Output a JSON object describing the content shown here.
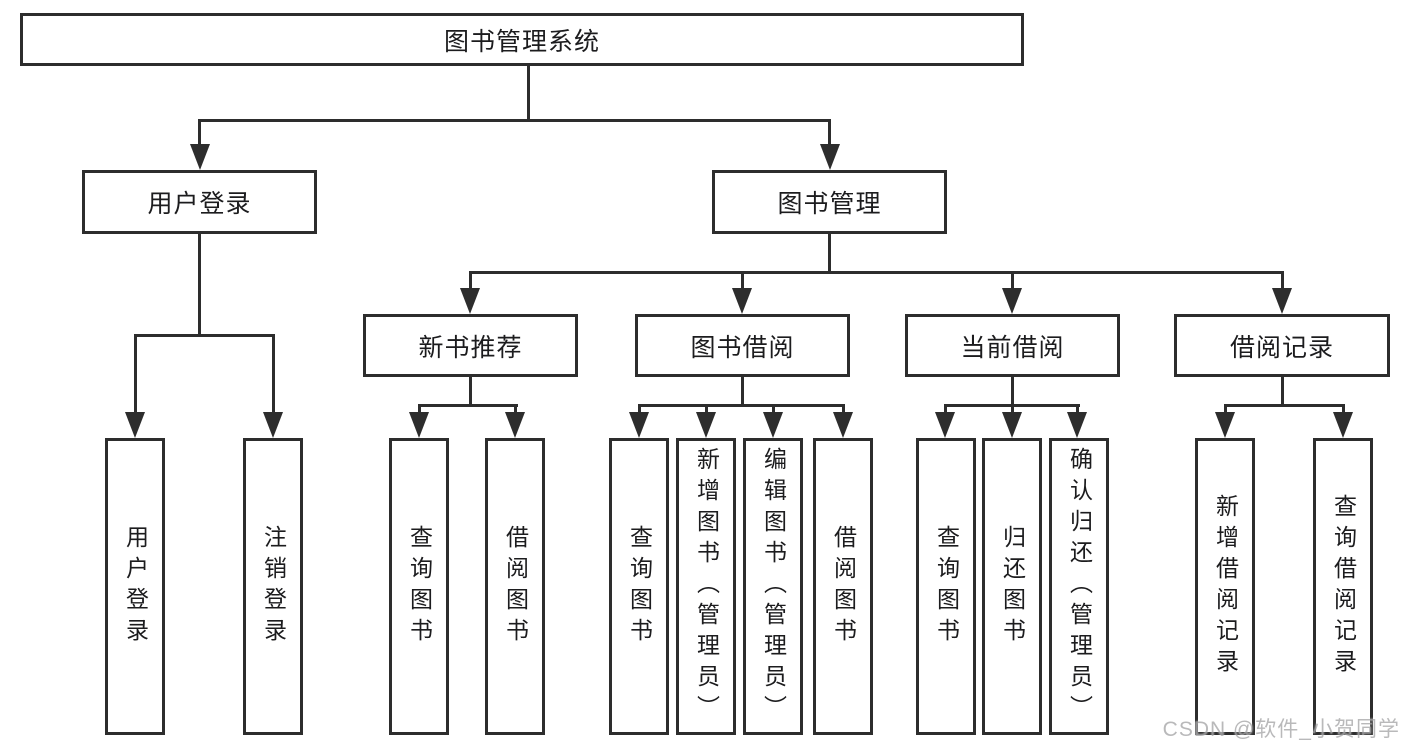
{
  "root": {
    "label": "图书管理系统"
  },
  "branches": [
    {
      "label": "用户登录",
      "leaves": [
        "用户登录",
        "注销登录"
      ]
    },
    {
      "label": "图书管理"
    }
  ],
  "modules": [
    {
      "label": "新书推荐",
      "leaves": [
        "查询图书",
        "借阅图书"
      ]
    },
    {
      "label": "图书借阅",
      "leaves": [
        "查询图书",
        "新增图书（管理员）",
        "编辑图书（管理员）",
        "借阅图书"
      ]
    },
    {
      "label": "当前借阅",
      "leaves": [
        "查询图书",
        "归还图书",
        "确认归还（管理员）"
      ]
    },
    {
      "label": "借阅记录",
      "leaves": [
        "新增借阅记录",
        "查询借阅记录"
      ]
    }
  ],
  "watermark": "CSDN @软件_小贺同学",
  "colors": {
    "line": "#2d2d2d",
    "text": "#1c1c1e",
    "box_bg": "#ffffff",
    "background": "#ffffff",
    "watermark": "#a8a8aa"
  }
}
